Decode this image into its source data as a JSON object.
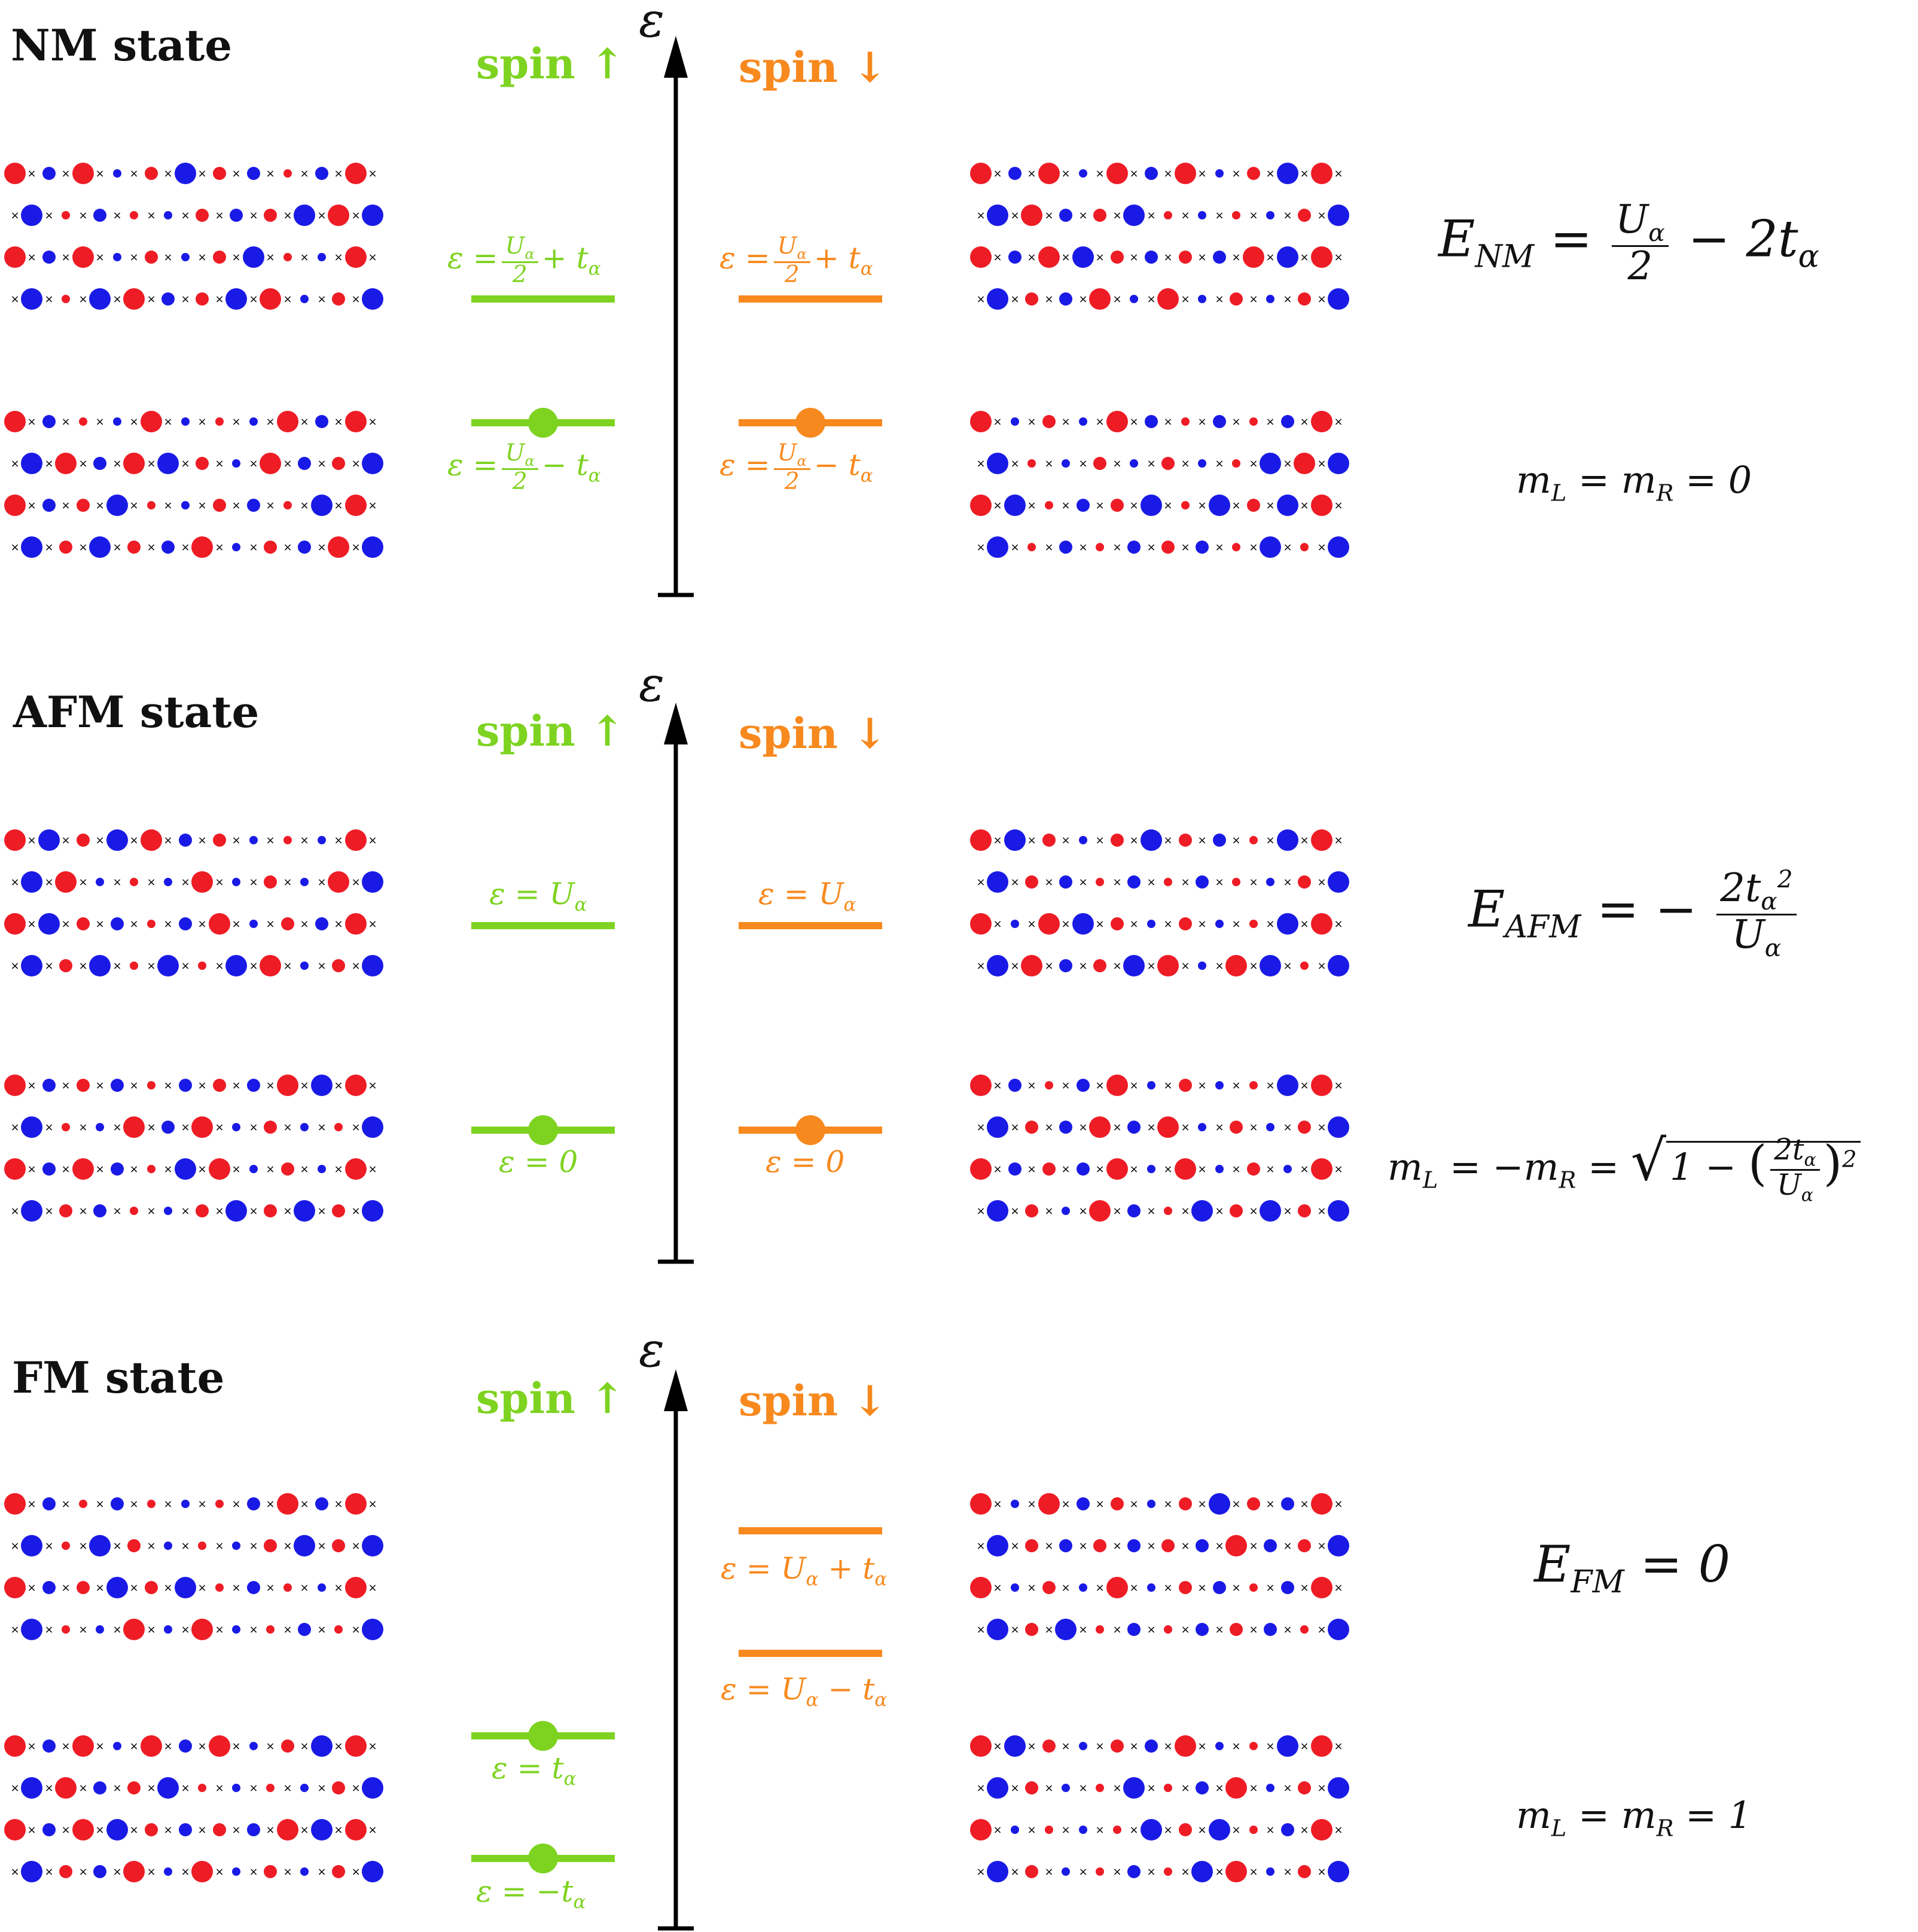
{
  "colors": {
    "spin_up": "#7ed321",
    "spin_down": "#f7891e",
    "site_red": "#ee1c25",
    "site_blue": "#1a1ae6",
    "axis": "#000000"
  },
  "axis_symbol": "ε",
  "spin_up_label": "spin ↑",
  "spin_down_label": "spin ↓",
  "panels": [
    {
      "title": "NM state",
      "energy": {
        "lhs": "E",
        "sub": "NM",
        "rhs": "= U_α/2 − 2t_α",
        "num": "U",
        "num_sub": "α",
        "den": "2",
        "tail": "− 2t",
        "tail_sub": "α"
      },
      "magnetization": {
        "text": "m_L = m_R = 0",
        "a": "m",
        "a_sub": "L",
        "b": "= m",
        "b_sub": "R",
        "c": "= 0"
      },
      "levels": {
        "up": [
          {
            "label_pre": "ε =",
            "num": "U",
            "num_sub": "α",
            "den": "2",
            "label_post": "+ t",
            "post_sub": "α",
            "energy": "U_α/2 + t_α",
            "occupied": false
          },
          {
            "label_pre": "ε =",
            "num": "U",
            "num_sub": "α",
            "den": "2",
            "label_post": "− t",
            "post_sub": "α",
            "energy": "U_α/2 − t_α",
            "occupied": true
          }
        ],
        "down": [
          {
            "label_pre": "ε =",
            "num": "U",
            "num_sub": "α",
            "den": "2",
            "label_post": "+ t",
            "post_sub": "α",
            "energy": "U_α/2 + t_α",
            "occupied": false
          },
          {
            "label_pre": "ε =",
            "num": "U",
            "num_sub": "α",
            "den": "2",
            "label_post": "− t",
            "post_sub": "α",
            "energy": "U_α/2 − t_α",
            "occupied": true
          }
        ]
      }
    },
    {
      "title": "AFM state",
      "energy": {
        "lhs": "E",
        "sub": "AFM",
        "rhs": "= −2t_α²/U_α"
      },
      "magnetization": {
        "text": "m_L = −m_R = sqrt(1 − (2t_α/U_α)²)"
      },
      "levels": {
        "up": [
          {
            "text": "ε = U",
            "sub": "α",
            "energy": "U_α",
            "occupied": false
          },
          {
            "text": "ε = 0",
            "energy": "0",
            "occupied": true
          }
        ],
        "down": [
          {
            "text": "ε = U",
            "sub": "α",
            "energy": "U_α",
            "occupied": false
          },
          {
            "text": "ε = 0",
            "energy": "0",
            "occupied": true
          }
        ]
      }
    },
    {
      "title": "FM state",
      "energy": {
        "lhs": "E",
        "sub": "FM",
        "rhs": "= 0"
      },
      "magnetization": {
        "text": "m_L = m_R = 1"
      },
      "levels": {
        "up": [
          {
            "text": "ε = t",
            "sub": "α",
            "energy": "t_α",
            "occupied": true
          },
          {
            "text": "ε = −t",
            "sub": "α",
            "energy": "−t_α",
            "occupied": true
          }
        ],
        "down": [
          {
            "text": "ε = U",
            "sub": "α",
            "text2": " + t",
            "sub2": "α",
            "energy": "U_α + t_α",
            "occupied": false
          },
          {
            "text": "ε = U",
            "sub": "α",
            "text2": " − t",
            "sub2": "α",
            "energy": "U_α − t_α",
            "occupied": false
          }
        ]
      }
    }
  ]
}
